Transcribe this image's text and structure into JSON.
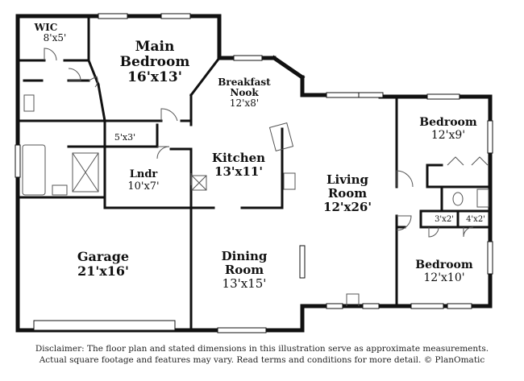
{
  "rooms": {
    "wic": {
      "name": "WIC",
      "dim": "8'x5'"
    },
    "main_bed": {
      "name1": "Main",
      "name2": "Bedroom",
      "dim": "16'x13'"
    },
    "nook": {
      "name1": "Breakfast",
      "name2": "Nook",
      "dim": "12'x8'"
    },
    "kitchen": {
      "name": "Kitchen",
      "dim": "13'x11'"
    },
    "closet_5x3": {
      "dim": "5'x3'"
    },
    "laundry": {
      "name": "Lndr",
      "dim": "10'x7'"
    },
    "living": {
      "name1": "Living",
      "name2": "Room",
      "dim": "12'x26'"
    },
    "bed2": {
      "name": "Bedroom",
      "dim": "12'x9'"
    },
    "bed3": {
      "name": "Bedroom",
      "dim": "12'x10'"
    },
    "closet_3x2": {
      "dim": "3'x2'"
    },
    "closet_4x2": {
      "dim": "4'x2'"
    },
    "garage": {
      "name": "Garage",
      "dim": "21'x16'"
    },
    "dining": {
      "name1": "Dining",
      "name2": "Room",
      "dim": "13'x15'"
    }
  },
  "disclaimer": {
    "line1": "Disclaimer: The floor plan and stated dimensions in this illustration serve as approximate measurements.",
    "line2": "Actual square footage and features may vary. Read terms and conditions for more detail. © PlanOmatic"
  },
  "colors": {
    "wall": "#111111",
    "window": "#9a9a9a",
    "fixture": "#555555"
  }
}
